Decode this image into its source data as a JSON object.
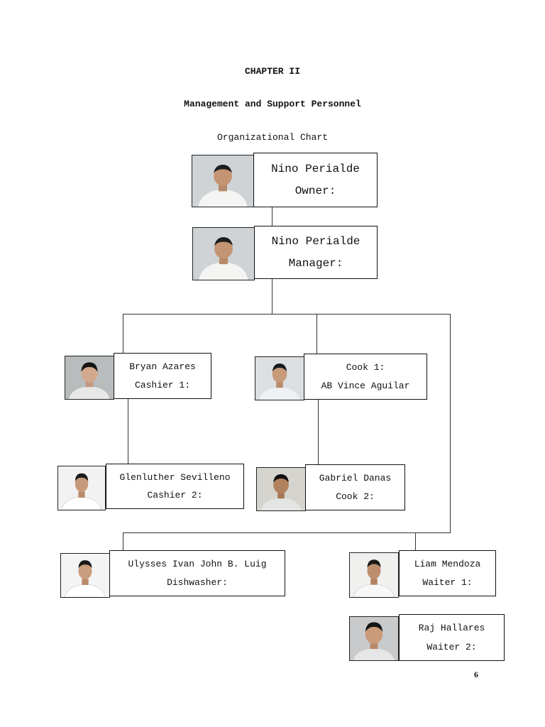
{
  "document": {
    "chapter": "CHAPTER II",
    "section_title": "Management and Support Personnel",
    "chart_title": "Organizational Chart",
    "page_number": "6"
  },
  "positions": {
    "owner": {
      "line1": "Nino Perialde",
      "line2": "Owner:"
    },
    "manager": {
      "line1": "Nino Perialde",
      "line2": "Manager:"
    },
    "cashier1": {
      "line1": "Bryan Azares",
      "line2": "Cashier 1:"
    },
    "cook1": {
      "line1": "Cook 1:",
      "line2": "AB Vince Aguilar"
    },
    "cashier2": {
      "line1": "Glenluther Sevilleno",
      "line2": "Cashier 2:"
    },
    "cook2": {
      "line1": "Gabriel Danas",
      "line2": "Cook 2:"
    },
    "dishwasher": {
      "line1": "Ulysses Ivan John B. Luig",
      "line2": "Dishwasher:"
    },
    "waiter1": {
      "line1": "Liam Mendoza",
      "line2": "Waiter 1:"
    },
    "waiter2": {
      "line1": "Raj Hallares",
      "line2": "Waiter 2:"
    }
  },
  "icons": {
    "portrait": "portrait-photo-icon"
  }
}
